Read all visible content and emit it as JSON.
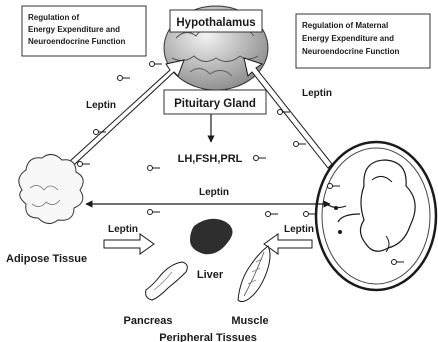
{
  "diagram": {
    "regulation_left_lines": [
      "Regulation of",
      "Energy Expenditure and",
      "Neuroendocrine Function"
    ],
    "regulation_right_lines": [
      "Regulation of Maternal",
      "Energy Expenditure and",
      "Neuroendocrine Function"
    ],
    "hypothalamus": "Hypothalamus",
    "pituitary": "Pituitary Gland",
    "hormones": "LH,FSH,PRL",
    "leptin": "Leptin",
    "adipose": "Adipose Tissue",
    "liver": "Liver",
    "pancreas": "Pancreas",
    "muscle": "Muscle",
    "peripheral": "Peripheral Tissues"
  },
  "colors": {
    "ink": "#1a1a1a",
    "brain_light": "#e6e6e6",
    "brain_dark": "#8a8a8a",
    "liver": "#2e2e2e"
  }
}
